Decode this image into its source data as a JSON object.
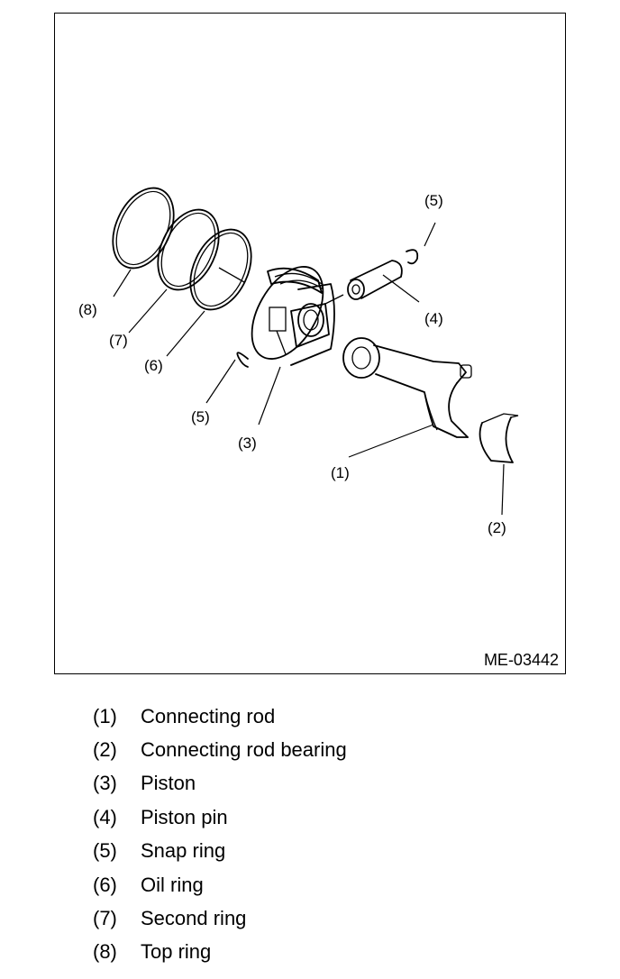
{
  "figure_id": "ME-03442",
  "callouts": [
    {
      "num": "(1)"
    },
    {
      "num": "(2)"
    },
    {
      "num": "(3)"
    },
    {
      "num": "(4)"
    },
    {
      "num": "(5)"
    },
    {
      "num": "(5)"
    },
    {
      "num": "(6)"
    },
    {
      "num": "(7)"
    },
    {
      "num": "(8)"
    }
  ],
  "legend": [
    {
      "num": "(1)",
      "label": "Connecting rod"
    },
    {
      "num": "(2)",
      "label": "Connecting rod bearing"
    },
    {
      "num": "(3)",
      "label": "Piston"
    },
    {
      "num": "(4)",
      "label": "Piston pin"
    },
    {
      "num": "(5)",
      "label": "Snap ring"
    },
    {
      "num": "(6)",
      "label": "Oil ring"
    },
    {
      "num": "(7)",
      "label": "Second ring"
    },
    {
      "num": "(8)",
      "label": "Top ring"
    }
  ]
}
